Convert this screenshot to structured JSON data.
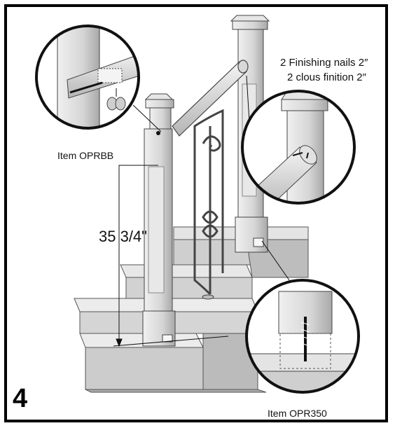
{
  "step_number": "4",
  "measurement": "35 3/4\"",
  "callouts": {
    "item_top_left": "Item OPRBB",
    "item_bottom_right": "Item OPR350",
    "nails_english": "2 Finishing nails 2″",
    "nails_french": "2 clous finition 2″"
  }
}
